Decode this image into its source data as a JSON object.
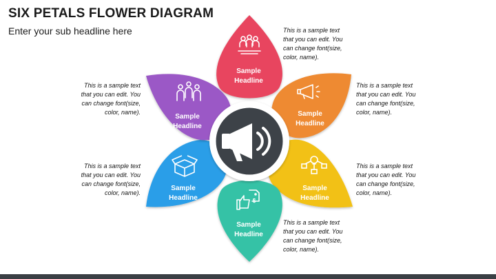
{
  "header": {
    "title": "SIX PETALS FLOWER DIAGRAM",
    "subtitle": "Enter your sub headline here"
  },
  "center": {
    "icon": "megaphone-icon"
  },
  "petals": [
    {
      "id": "top",
      "color": "#e8455e",
      "icon": "group-of-people-icon",
      "line1": "Sample",
      "line2": "Headline",
      "note": "This is a sample text that you can edit. You can change font(size, color, name)."
    },
    {
      "id": "upper-right",
      "color": "#ee8a30",
      "icon": "megaphone-icon",
      "line1": "Sample",
      "line2": "Headline",
      "note": "This is a sample text that you can edit. You can change font(size, color, name)."
    },
    {
      "id": "lower-right",
      "color": "#f2c117",
      "icon": "idea-network-icon",
      "line1": "Sample",
      "line2": "Headline",
      "note": "This is a sample text that you can edit. You can change font(size, color, name)."
    },
    {
      "id": "bottom",
      "color": "#36c2a6",
      "icon": "thumbs-up-price-icon",
      "line1": "Sample",
      "line2": "Headline",
      "note": "This is a sample text that you can edit. You can change font(size, color, name)."
    },
    {
      "id": "lower-left",
      "color": "#2a9ee8",
      "icon": "open-box-icon",
      "line1": "Sample",
      "line2": "Headline",
      "note": "This is a sample text that you can edit. You can change font(size, color, name)."
    },
    {
      "id": "upper-left",
      "color": "#9b59c6",
      "icon": "team-icon",
      "line1": "Sample",
      "line2": "Headline",
      "note": "This is a sample text that you can edit. You can change font(size, color, name)."
    }
  ]
}
